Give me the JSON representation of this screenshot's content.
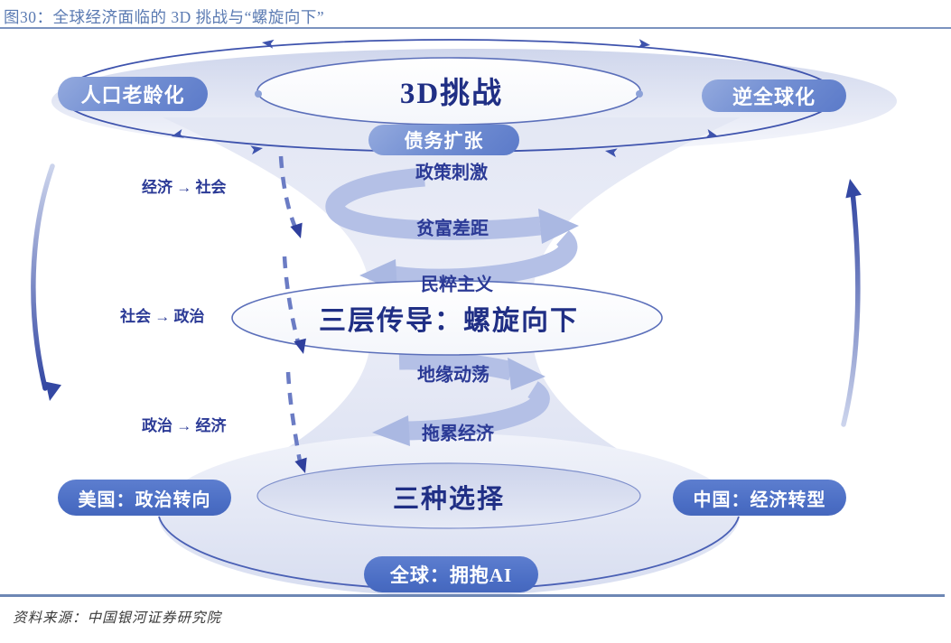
{
  "header": {
    "title": "图30：全球经济面临的 3D 挑战与“螺旋向下”"
  },
  "footer": {
    "source": "资料来源：中国银河证券研究院"
  },
  "diagram": {
    "top_ellipse_label": "3D挑战",
    "middle_ellipse_label": "三层传导：螺旋向下",
    "bottom_ellipse_label": "三种选择",
    "pills": {
      "aging": "人口老龄化",
      "deglobalization": "逆全球化",
      "debt": "债务扩张",
      "us": "美国：政治转向",
      "china": "中国：经济转型",
      "global_ai": "全球：拥抱AI"
    },
    "transmissions": [
      "经济 → 社会",
      "社会 → 政治",
      "政治 → 经济"
    ],
    "spiral_labels": [
      "政策刺激",
      "贫富差距",
      "民粹主义",
      "地缘动荡",
      "拖累经济"
    ],
    "colors": {
      "title_blue": "#5a7ab2",
      "navy_text": "#2b3a96",
      "pill_blue": "#4a6dc4",
      "ring_stroke": "#3e53ad",
      "spiral_band": "#b4c0e6",
      "dashed_arrow": "#6b7cc4",
      "funnel_fill": "#e7eaf6"
    }
  }
}
